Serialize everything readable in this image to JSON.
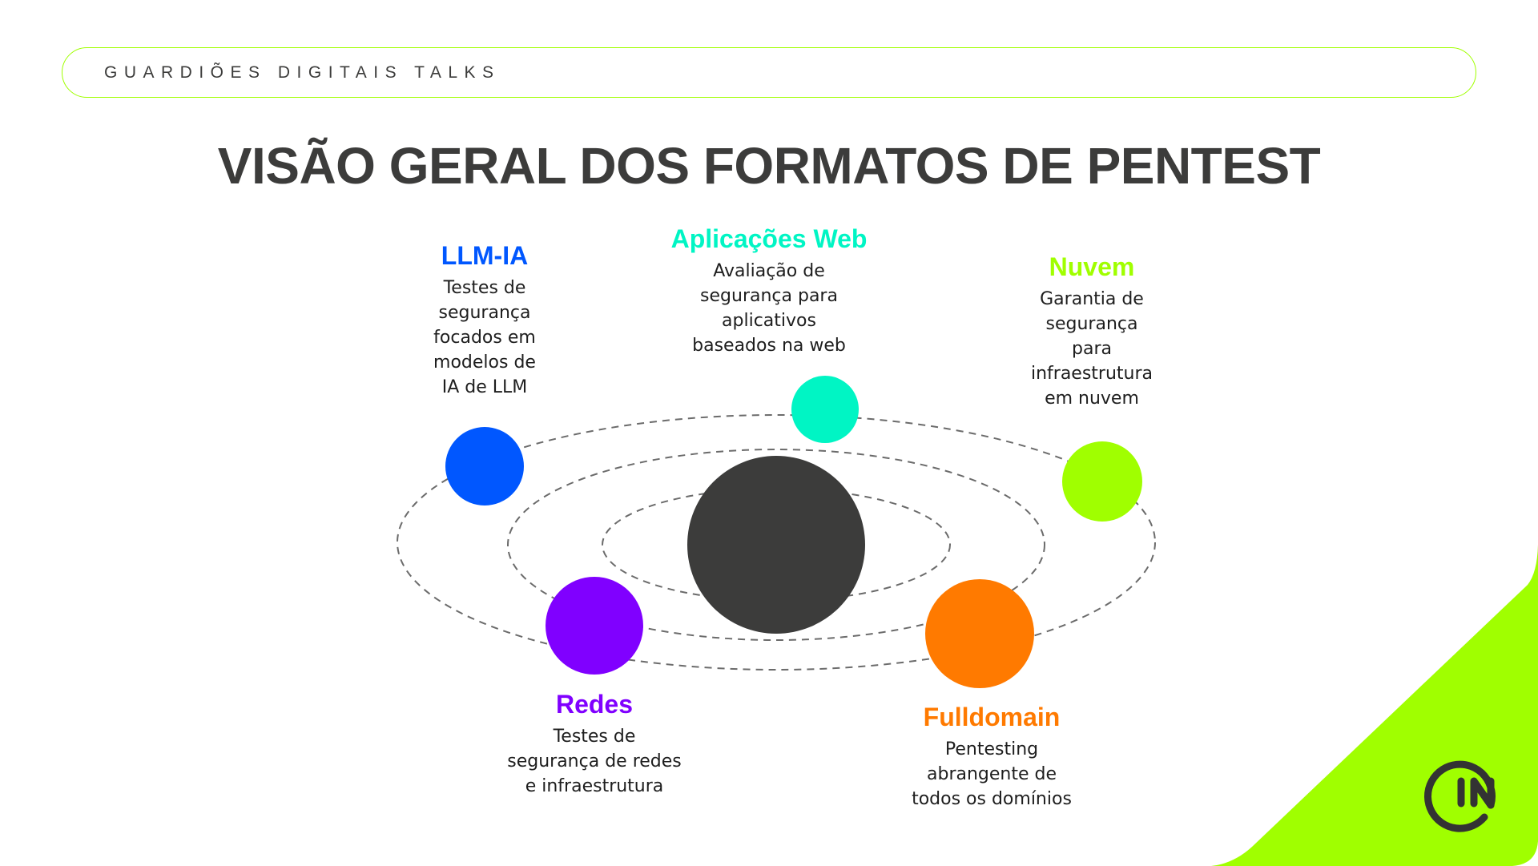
{
  "header": {
    "label": "GUARDIÕES DIGITAIS TALKS"
  },
  "title": "VISÃO GERAL DOS FORMATOS DE PENTEST",
  "colors": {
    "accent": "#A0FF00",
    "dark": "#3C3C3B",
    "llm": "#0057FF",
    "web": "#00F5C4",
    "cloud": "#A0FF00",
    "network": "#8000FF",
    "fulldomain": "#FF7A00"
  },
  "formats": {
    "llm": {
      "title": "LLM-IA",
      "lines": [
        "Testes de",
        "segurança",
        "focados em",
        "modelos de",
        "IA de LLM"
      ]
    },
    "web": {
      "title": "Aplicações Web",
      "lines": [
        "Avaliação de",
        "segurança para",
        "aplicativos",
        "baseados na web"
      ]
    },
    "cloud": {
      "title": "Nuvem",
      "lines": [
        "Garantia de",
        "segurança",
        "para",
        "infraestrutura",
        "em nuvem"
      ]
    },
    "network": {
      "title": "Redes",
      "lines": [
        "Testes de",
        "segurança de redes",
        "e infraestrutura"
      ]
    },
    "fulldomain": {
      "title": "Fulldomain",
      "lines": [
        "Pentesting",
        "abrangente de",
        "todos os domínios"
      ]
    }
  },
  "logo": {
    "text": "IN"
  }
}
